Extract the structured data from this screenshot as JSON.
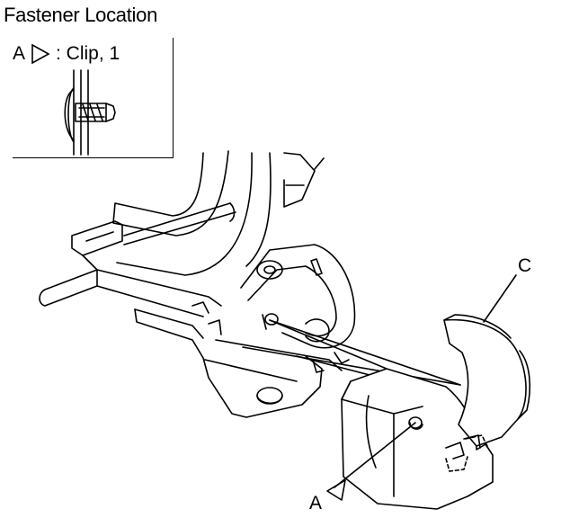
{
  "title": "Fastener Location",
  "legend": {
    "marker": "A",
    "description": ": Clip, 1",
    "marker_icon": "triangle-pointer-icon"
  },
  "callouts": {
    "c": "C",
    "a": "A"
  }
}
